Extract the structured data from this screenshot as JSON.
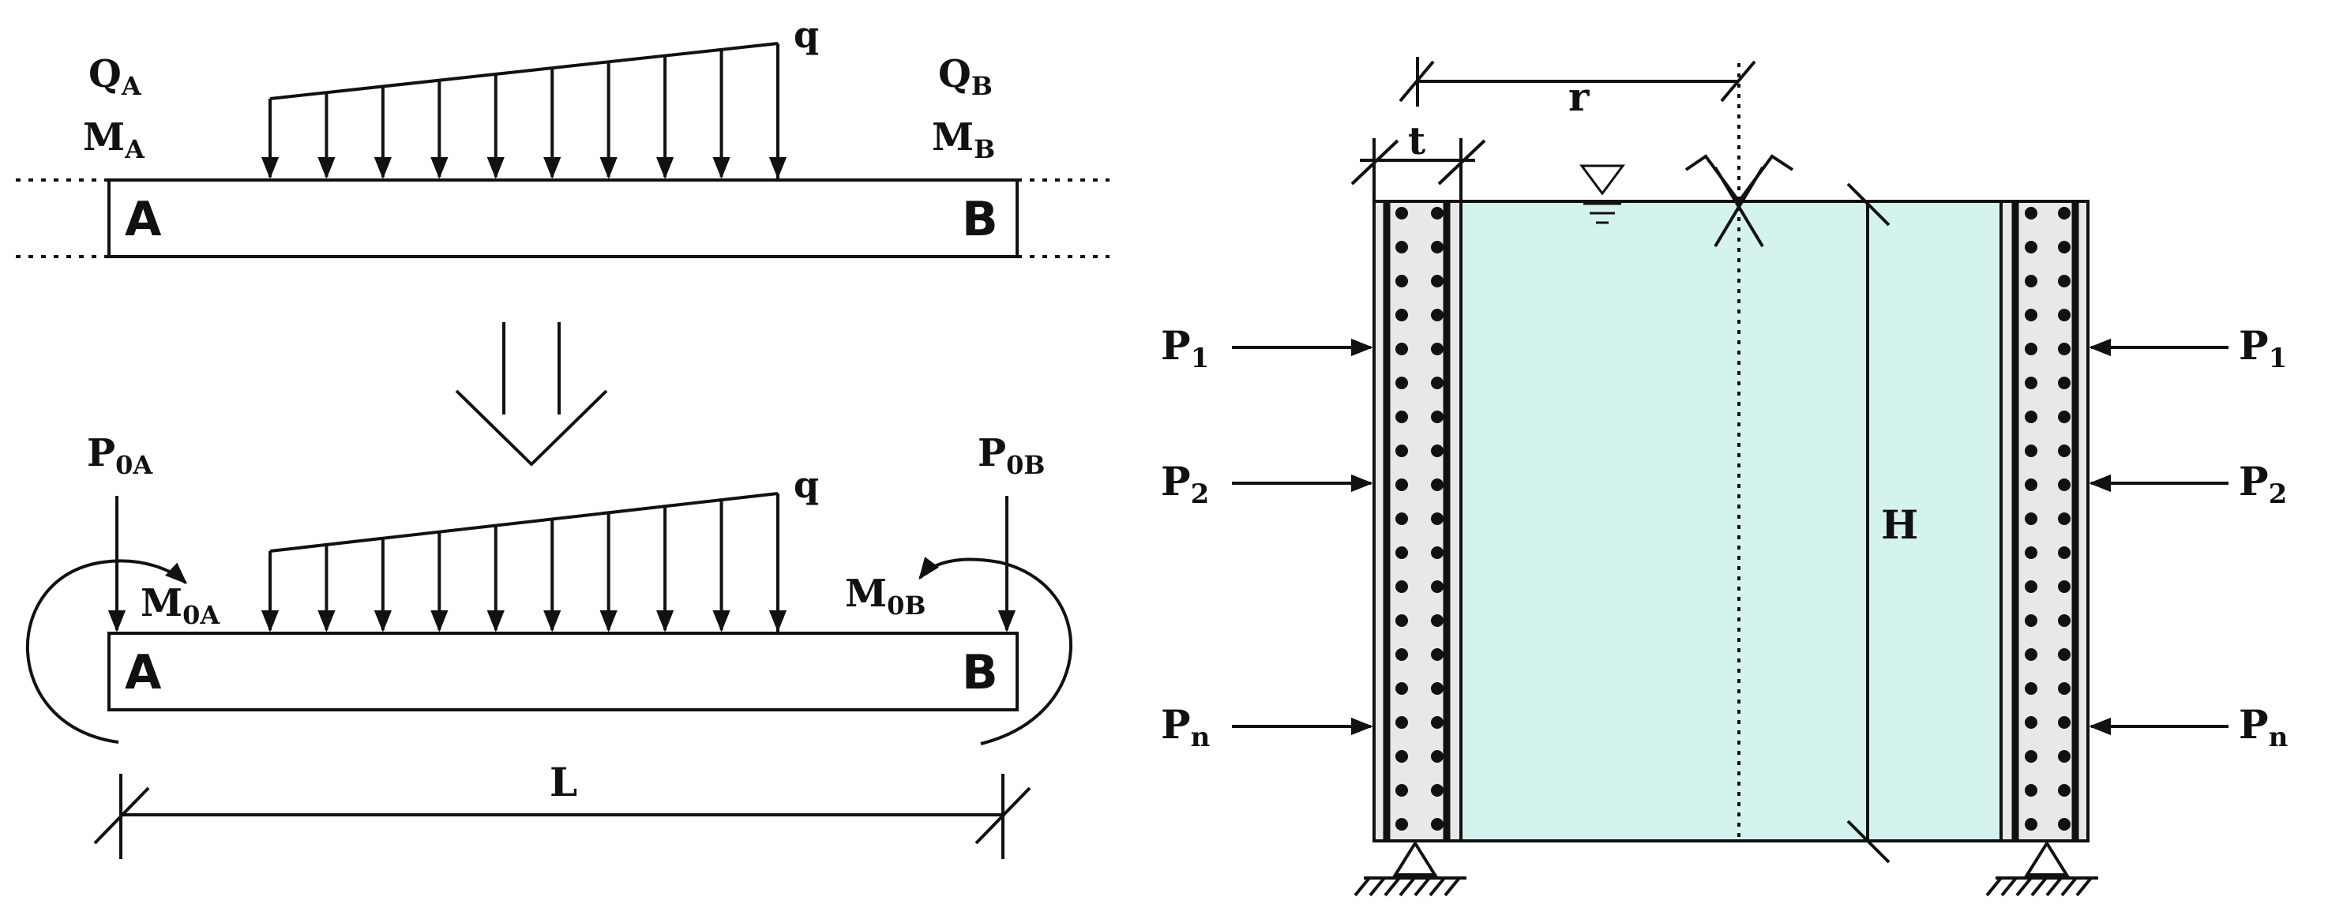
{
  "colors": {
    "line": "#111111",
    "water": "#d4f3ef",
    "wall_fill": "#e8e8e8",
    "beam_fill": "#ffffff"
  },
  "beam_top": {
    "left_shear": "Q",
    "left_shear_sub": "A",
    "left_moment": "M",
    "left_moment_sub": "A",
    "right_shear": "Q",
    "right_shear_sub": "B",
    "right_moment": "M",
    "right_moment_sub": "B",
    "load": "q",
    "end_a": "A",
    "end_b": "B"
  },
  "beam_bottom": {
    "left_force": "P",
    "left_force_sub": "0A",
    "right_force": "P",
    "right_force_sub": "0B",
    "left_moment": "M",
    "left_moment_sub": "0A",
    "right_moment": "M",
    "right_moment_sub": "0B",
    "load": "q",
    "end_a": "A",
    "end_b": "B",
    "length": "L"
  },
  "tank": {
    "radius": "r",
    "thickness": "t",
    "height": "H",
    "left_loads": [
      {
        "label": "P",
        "sub": "1"
      },
      {
        "label": "P",
        "sub": "2"
      },
      {
        "label": "P",
        "sub": "n"
      }
    ],
    "right_loads": [
      {
        "label": "P",
        "sub": "1"
      },
      {
        "label": "P",
        "sub": "2"
      },
      {
        "label": "P",
        "sub": "n"
      }
    ]
  }
}
